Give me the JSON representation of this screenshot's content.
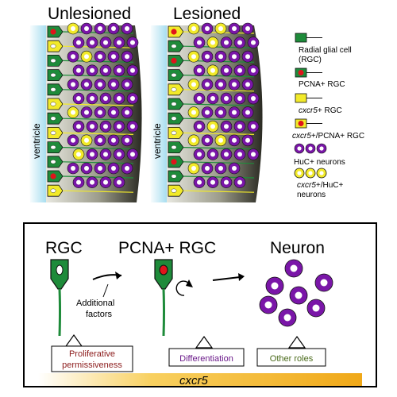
{
  "panel_titles": {
    "unlesioned": "Unlesioned",
    "lesioned": "Lesioned"
  },
  "ventricle_label": "ventricle",
  "legend": {
    "rgc": [
      "Radial glial cell",
      "(RGC)"
    ],
    "pcna": "PCNA+ RGC",
    "cxcr5_prefix": "cxcr5",
    "cxcr5_suffix": "+ RGC",
    "cxcr5pcna_prefix": "cxcr5",
    "cxcr5pcna_suffix": "+/PCNA+ RGC",
    "huc": "HuC+ neurons",
    "cxcr5huc_prefix": "cxcr5",
    "cxcr5huc_suffix": "+/HuC+",
    "cxcr5huc_line2": "neurons"
  },
  "model": {
    "rgc_label": "RGC",
    "pcna_label": "PCNA+ RGC",
    "neuron_label": "Neuron",
    "factors": [
      "Additional",
      "factors"
    ],
    "roles": {
      "prolif": [
        "Proliferative",
        "permissiveness"
      ],
      "diff": "Differentiation",
      "other": "Other roles"
    },
    "gradient_label": "cxcr5"
  },
  "colors": {
    "rgc_green": "#1e8b3a",
    "neuron_purple": "#7a16a8",
    "cxcr5_yellow": "#f2ea2a",
    "pcna_red": "#e0141b",
    "ventricle_blue": "#bfe8f4",
    "tissue_dark": "#3a3a30",
    "prolif_red": "#8b1a1a",
    "diff_purple": "#6b1a8a",
    "other_green": "#4a6a1a",
    "gradient_yellow": "#f4b81a"
  }
}
